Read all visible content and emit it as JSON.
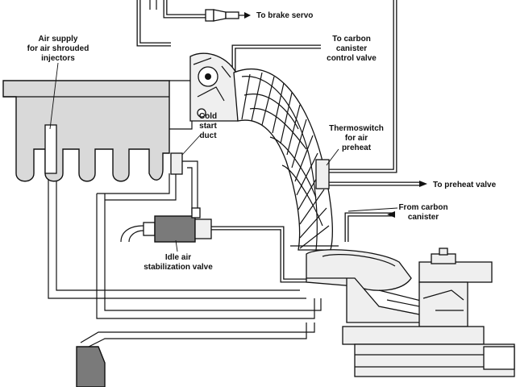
{
  "labels": {
    "brake_servo": "To brake servo",
    "air_supply_1": "Air supply",
    "air_supply_2": "for air shrouded",
    "air_supply_3": "injectors",
    "carbon_canister_1": "To carbon",
    "carbon_canister_2": "canister",
    "carbon_canister_3": "control valve",
    "cold_start_1": "Cold",
    "cold_start_2": "start",
    "cold_start_3": "duct",
    "thermoswitch_1": "Thermoswitch",
    "thermoswitch_2": "for air",
    "thermoswitch_3": "preheat",
    "preheat_valve": "To preheat valve",
    "from_canister_1": "From carbon",
    "from_canister_2": "canister",
    "idle_air_1": "Idle air",
    "idle_air_2": "stabilization valve"
  },
  "colors": {
    "line": "#111111",
    "manifold_fill": "#d9d9d9",
    "valve_fill": "#7a7a7a",
    "background": "#ffffff"
  }
}
